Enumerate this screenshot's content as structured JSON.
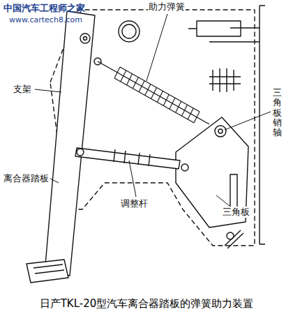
{
  "diagram": {
    "caption": "日产TKL-20型汽车离合器踏板的弹簧助力装置",
    "labels": [
      "中国汽车工程师之家",
      "www.cartech8.com",
      "助力弹簧",
      "支架",
      "三角板销轴",
      "离合器踏板",
      "调整杆",
      "三角板"
    ]
  }
}
